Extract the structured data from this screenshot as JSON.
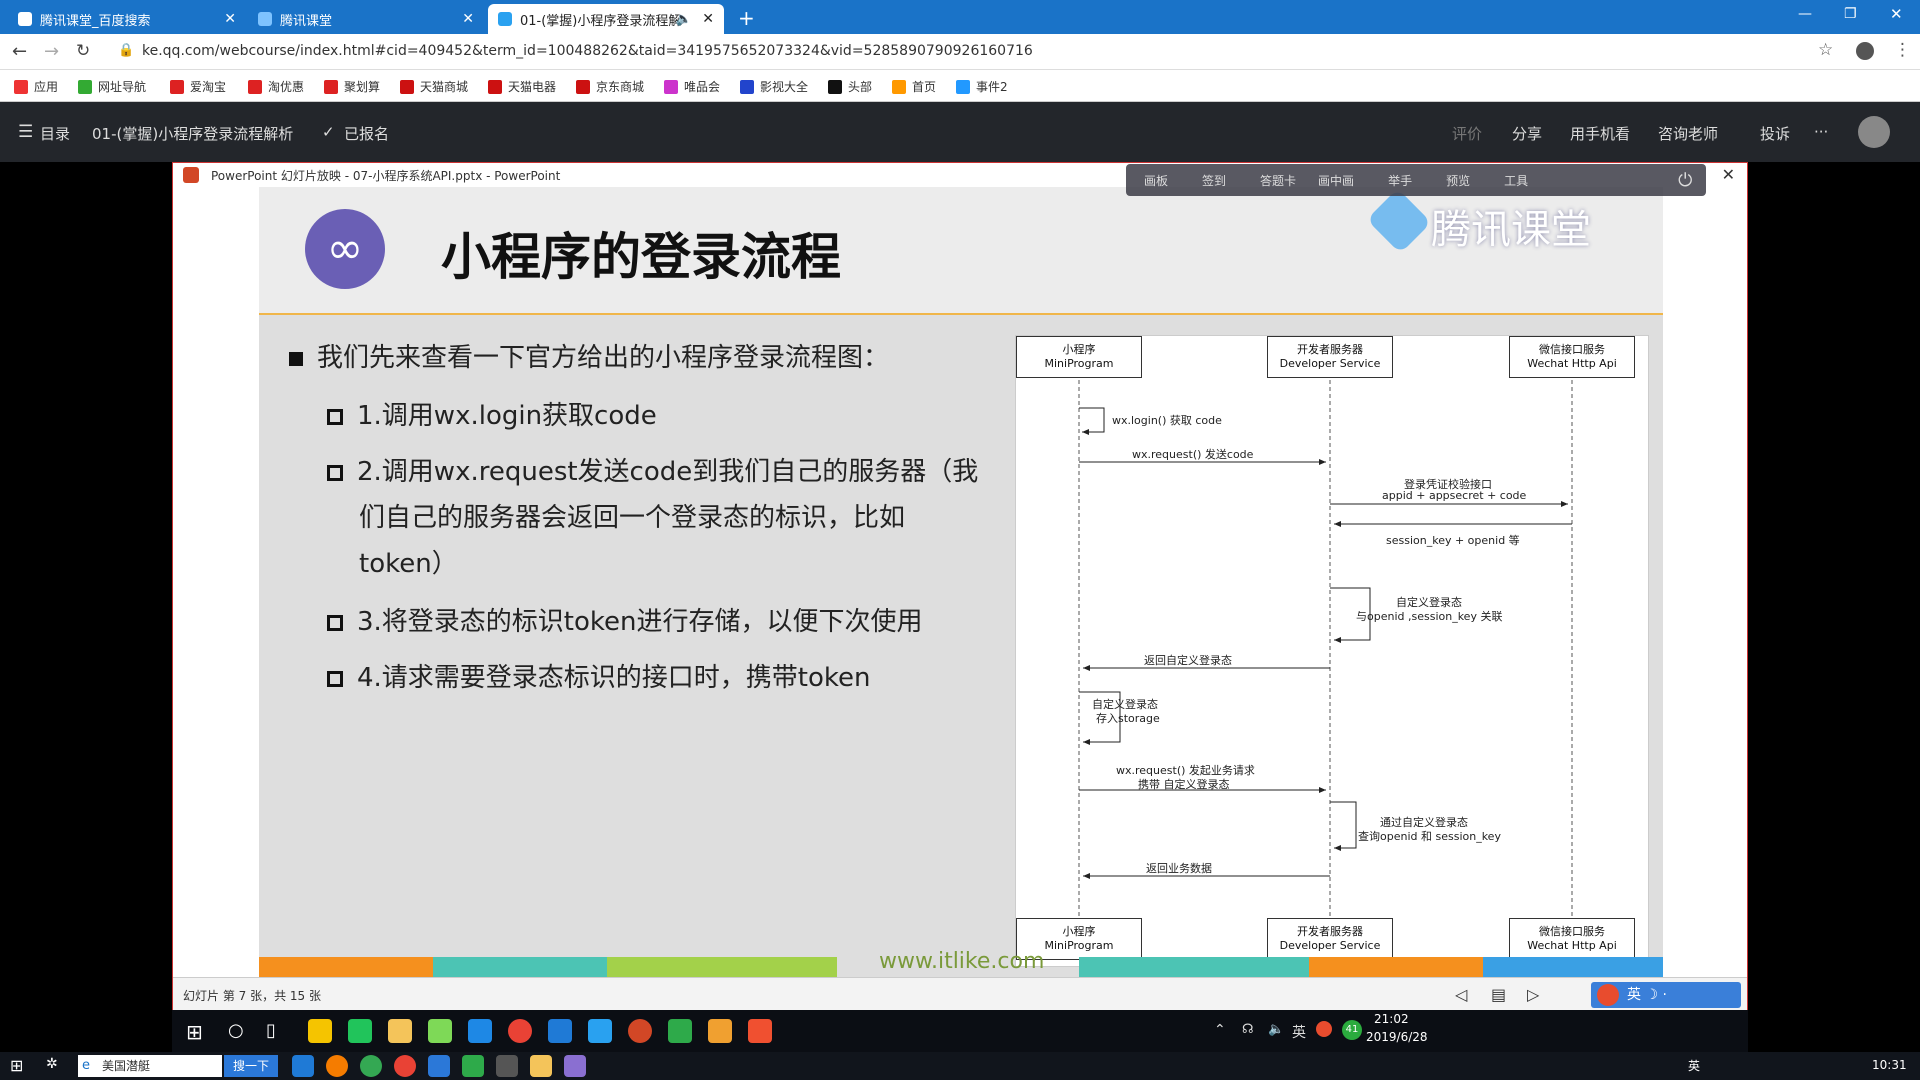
{
  "browser": {
    "tabs": [
      {
        "label": "腾讯课堂_百度搜索"
      },
      {
        "label": "腾讯课堂"
      },
      {
        "label": "01-(掌握)小程序登录流程解"
      }
    ],
    "url": "ke.qq.com/webcourse/index.html#cid=409452&term_id=100488262&taid=3419575652073324&vid=5285890790926160716",
    "bookmarks": [
      "应用",
      "网址导航",
      "爱淘宝",
      "淘优惠",
      "聚划算",
      "天猫商城",
      "天猫电器",
      "京东商城",
      "唯品会",
      "影视大全",
      "头部",
      "首页",
      "事件2"
    ]
  },
  "header": {
    "menu_label": "目录",
    "course_title": "01-(掌握)小程序登录流程解析",
    "enrolled": "已报名",
    "actions": [
      "评价",
      "分享",
      "用手机看",
      "咨询老师",
      "投诉",
      "···"
    ]
  },
  "ppt": {
    "window_title": "PowerPoint 幻灯片放映 - 07-小程序系统API.pptx - PowerPoint",
    "status": "幻灯片 第 7 张，共 15 张",
    "overlay_tools": [
      "画板",
      "签到",
      "答题卡",
      "画中画",
      "举手",
      "预览",
      "工具"
    ],
    "brand": "腾讯课堂",
    "footer_url": "www.itlike.com"
  },
  "slide": {
    "title": "小程序的登录流程",
    "intro": "我们先来查看一下官方给出的小程序登录流程图：",
    "items": [
      "1.调用wx.login获取code",
      "2.调用wx.request发送code到我们自己的服务器（我",
      "们自己的服务器会返回一个登录态的标识，比如",
      "token）",
      "3.将登录态的标识token进行存储，以便下次使用",
      "4.请求需要登录态标识的接口时，携带token"
    ]
  },
  "diagram": {
    "actors": [
      {
        "cn": "小程序",
        "en": "MiniProgram"
      },
      {
        "cn": "开发者服务器",
        "en": "Developer Service"
      },
      {
        "cn": "微信接口服务",
        "en": "Wechat Http Api"
      }
    ],
    "messages": [
      "wx.login() 获取 code",
      "wx.request() 发送code",
      "登录凭证校验接口",
      "appid + appsecret + code",
      "session_key + openid 等",
      "自定义登录态",
      "与openid ,session_key 关联",
      "返回自定义登录态",
      "自定义登录态",
      "存入storage",
      "wx.request() 发起业务请求",
      "携带 自定义登录态",
      "通过自定义登录态",
      "查询openid 和 session_key",
      "返回业务数据"
    ]
  },
  "taskbar": {
    "search_app": "美国潜艇",
    "search_btn": "搜一下",
    "time_inner": "21:02",
    "date_inner": "2019/6/28",
    "ime_inner": "英",
    "badge": "41",
    "time": "10:31",
    "ime_tray": "英"
  },
  "colors": {
    "tabbar": "#1a73c8",
    "header": "#23262b",
    "accent_orange": "#f0b64a"
  }
}
